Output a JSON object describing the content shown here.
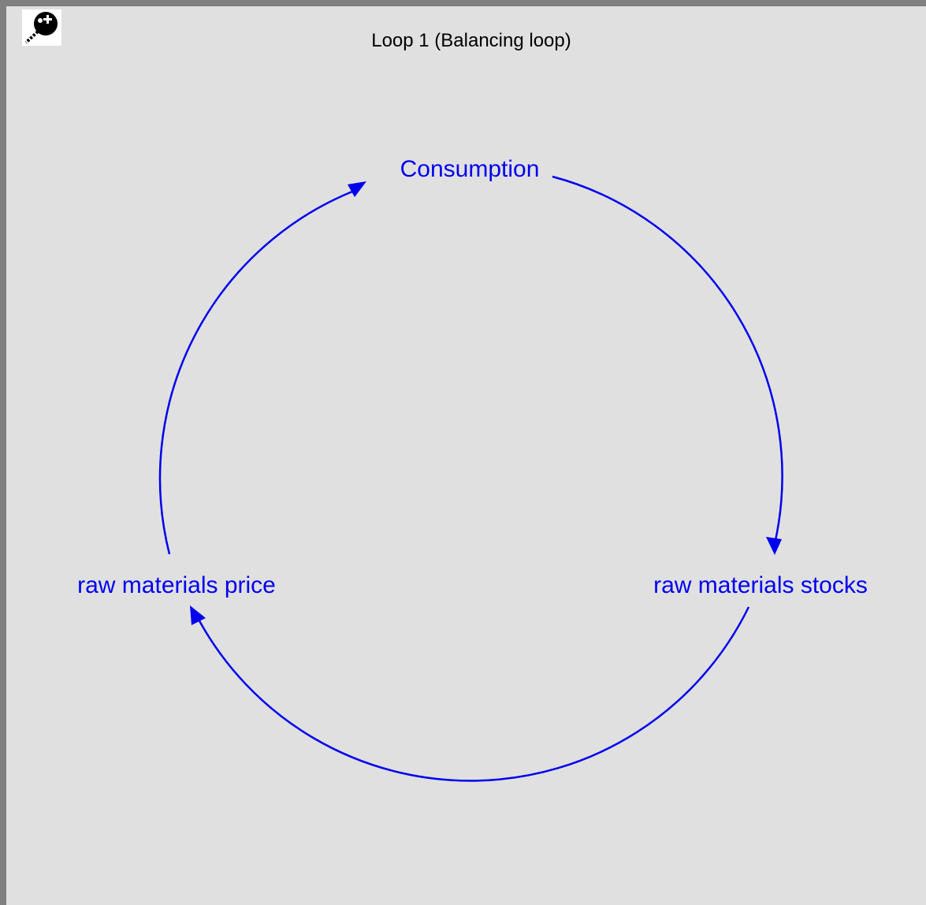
{
  "title": "Loop 1 (Balancing loop)",
  "nodes": {
    "consumption": "Consumption",
    "stocks": "raw materials stocks",
    "price": "raw materials price"
  },
  "links": [
    {
      "from": "Consumption",
      "to": "raw materials stocks"
    },
    {
      "from": "raw materials stocks",
      "to": "raw materials price"
    },
    {
      "from": "raw materials price",
      "to": "Consumption"
    }
  ],
  "colors": {
    "link": "#0000ee",
    "background": "#e0e0e0",
    "frame": "#808080"
  },
  "icons": {
    "zoom": "magnifier-zoom-icon"
  }
}
